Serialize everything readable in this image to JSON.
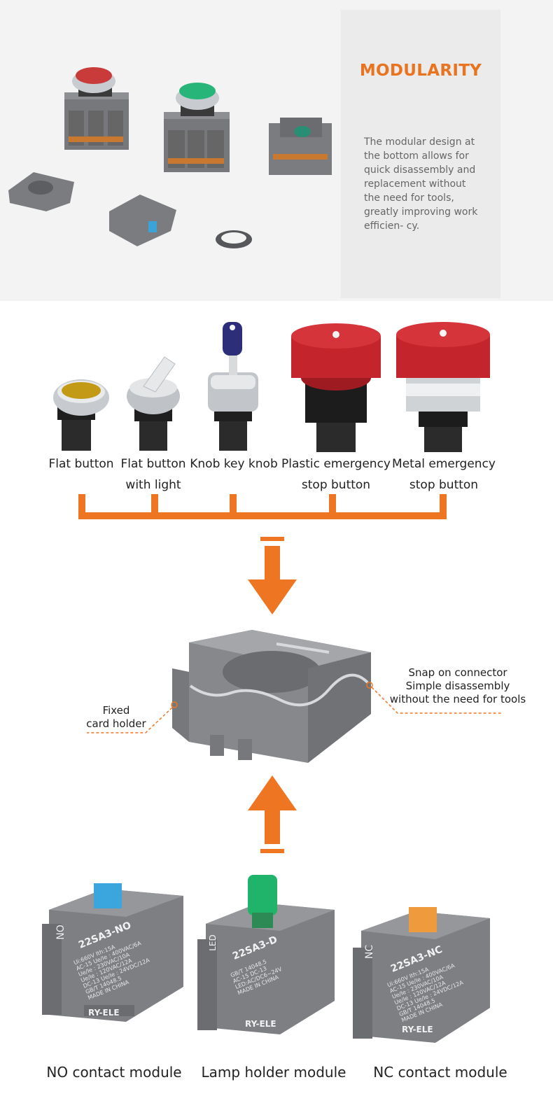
{
  "modularity": {
    "title": "MODULARITY",
    "body": "The modular design at the bottom allows for quick disassembly and replacement without the need for tools, greatly improving work efficien- cy."
  },
  "button_types": [
    {
      "line1": "Flat button",
      "line2": ""
    },
    {
      "line1": "Flat button",
      "line2": "with light"
    },
    {
      "line1": "Knob key knob",
      "line2": ""
    },
    {
      "line1": "Plastic emergency",
      "line2": "stop button"
    },
    {
      "line1": "Metal emergency",
      "line2": "stop button"
    }
  ],
  "bracket": {
    "left": {
      "line1": "Fixed",
      "line2": "card holder"
    },
    "right": {
      "line1": "Snap on connector",
      "line2": "Simple disassembly",
      "line3": "without the need for tools"
    }
  },
  "modules": [
    {
      "label": "NO contact module",
      "model": "22SA3-NO",
      "side": "NO",
      "brand": "RY-ELE"
    },
    {
      "label": "Lamp holder module",
      "model": "22SA3-D",
      "side": "LED",
      "brand": "RY-ELE"
    },
    {
      "label": "NC contact module",
      "model": "22SA3-NC",
      "side": "NC",
      "brand": "RY-ELE"
    }
  ],
  "module_ratings": {
    "no": [
      "Ui:660V Ith:15A",
      "AC-15 Ue/Ie : 400VAC/6A",
      "Ue/Ie : 230VAC/10A",
      "Ue/Ie : 120VAC/12A",
      "DC-13 Ue/Ie : 24VDC/12A",
      "GB/T 14048.5",
      "MADE IN CHINA"
    ],
    "lamp": [
      "GB/T 14048.5",
      "AC-15 DC-13",
      "LED:AC/DC6~24V",
      "MADE IN CHINA"
    ],
    "nc": [
      "Ui:660V Ith:15A",
      "AC-15 Ue/Ie : 400VAC/6A",
      "Ue/Ie : 230VAC/10A",
      "Ue/Ie : 120VAC/12A",
      "DC-13 Ue/Ie : 24VDC/12A",
      "GB/T 14048.5",
      "MADE IN CHINA"
    ]
  },
  "colors": {
    "accent": "#ee7623",
    "gray_body": "#7d7f83",
    "text": "#222222"
  },
  "icons": [
    "arrow-down-icon",
    "arrow-up-icon",
    "bracket-connector",
    "mounting-bracket",
    "button-products",
    "contact-modules"
  ]
}
